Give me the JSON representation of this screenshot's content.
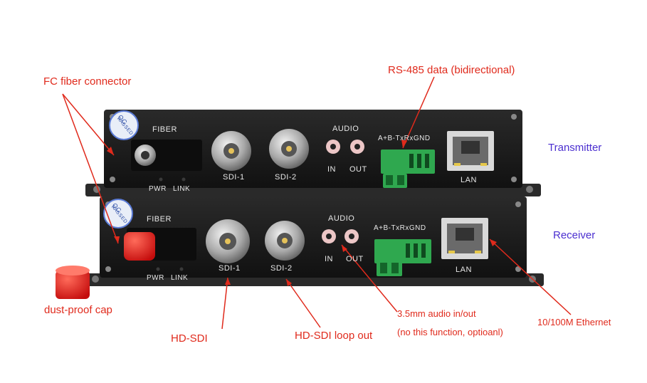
{
  "annotations": {
    "fc_fiber": "FC fiber connector",
    "rs485": "RS-485 data (bidirectional)",
    "dust_cap": "dust-proof cap",
    "hd_sdi": "HD-SDI",
    "loop_out": "HD-SDI loop out",
    "audio_line1": "3.5mm audio in/out",
    "audio_line2": "(no this function, optioanl)",
    "ethernet": "10/100M Ethernet"
  },
  "side_labels": {
    "transmitter": "Transmitter",
    "receiver": "Receiver"
  },
  "panel": {
    "fiber": "FIBER",
    "pwr": "PWR",
    "link": "LINK",
    "sdi1": "SDI-1",
    "sdi2": "SDI-2",
    "audio": "AUDIO",
    "in": "IN",
    "out": "OUT",
    "rs485_pins": "A+B-TxRxGND",
    "lan": "LAN",
    "qc_sticker": "QC",
    "qc_passed": "PASSED"
  },
  "colors": {
    "annotation": "#e02a1c",
    "side_label": "#4b2fd0",
    "device_body": "#1c1c1c",
    "terminal_green": "#2fa84f",
    "fiber_cap_red": "#e01818"
  }
}
